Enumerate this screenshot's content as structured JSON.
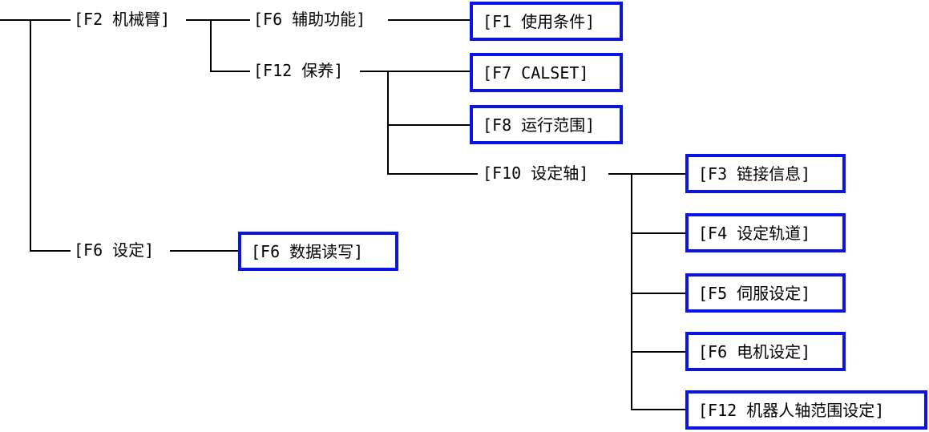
{
  "colors": {
    "box_border": "#0a14e6",
    "line": "#000000",
    "text": "#000000"
  },
  "nodes": {
    "f2_arm": "[F2 机械臂]",
    "f6_aux": "[F6 辅助功能]",
    "f1_conditions": "[F1 使用条件]",
    "f12_maintenance": "[F12 保养]",
    "f7_calset": "[F7 CALSET]",
    "f8_range": "[F8 运行范围]",
    "f10_axis": "[F10 设定轴]",
    "f3_link": "[F3 链接信息]",
    "f4_track": "[F4 设定轨道]",
    "f5_servo": "[F5 伺服设定]",
    "f6_motor": "[F6 电机设定]",
    "f12_robot_range": "[F12 机器人轴范围设定]",
    "f6_settings": "[F6 设定]",
    "f6_data_rw": "[F6 数据读写]"
  }
}
